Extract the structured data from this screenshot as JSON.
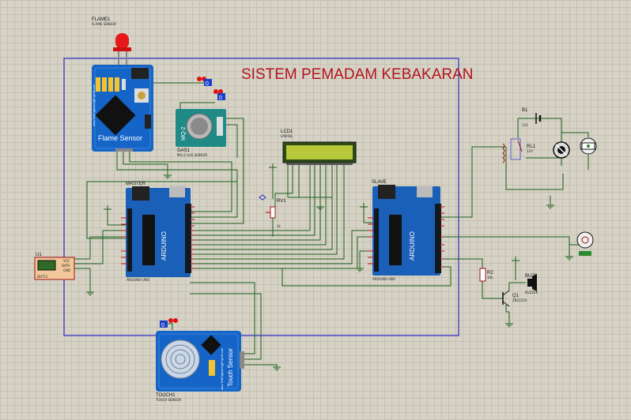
{
  "title": "SISTEM PEMADAM KEBAKARAN",
  "components": {
    "flame": {
      "ref": "FLAME1",
      "sub": "FLAME SENSOR",
      "board_text": "Flame Sensor"
    },
    "gas": {
      "ref": "GAS1",
      "sub": "MQ-2 GAS SENSOR",
      "board_text": "MQ-2"
    },
    "lcd": {
      "ref": "LCD1",
      "sub": "LM016L"
    },
    "rv": {
      "ref": "RV1",
      "value": "1k"
    },
    "master": {
      "ref": "MASTER",
      "sub": "ARDUINO UNO",
      "brand": "ARDUINO"
    },
    "slave": {
      "ref": "SLAVE",
      "sub": "ARDUINO UNO",
      "brand": "ARDUINO"
    },
    "dht": {
      "ref": "U1",
      "sub": "DHT11",
      "pins": [
        "VCC",
        "DATA",
        "GND"
      ]
    },
    "touch": {
      "ref": "TOUCH1",
      "sub": "TOUCH SENSOR",
      "board_text": "Touch Sensor"
    },
    "battery": {
      "ref": "B1",
      "value": "12V"
    },
    "relay": {
      "ref": "RL1",
      "value": "12V"
    },
    "resistor": {
      "ref": "R2",
      "value": "10k"
    },
    "transistor": {
      "ref": "Q1",
      "value": "2N2222A"
    },
    "buzzer": {
      "ref": "BUZ1",
      "value": "BUZZER"
    }
  },
  "logic_probes": [
    "0",
    "0",
    "0"
  ],
  "watermark": "www.TheEngineeringProjects.com"
}
